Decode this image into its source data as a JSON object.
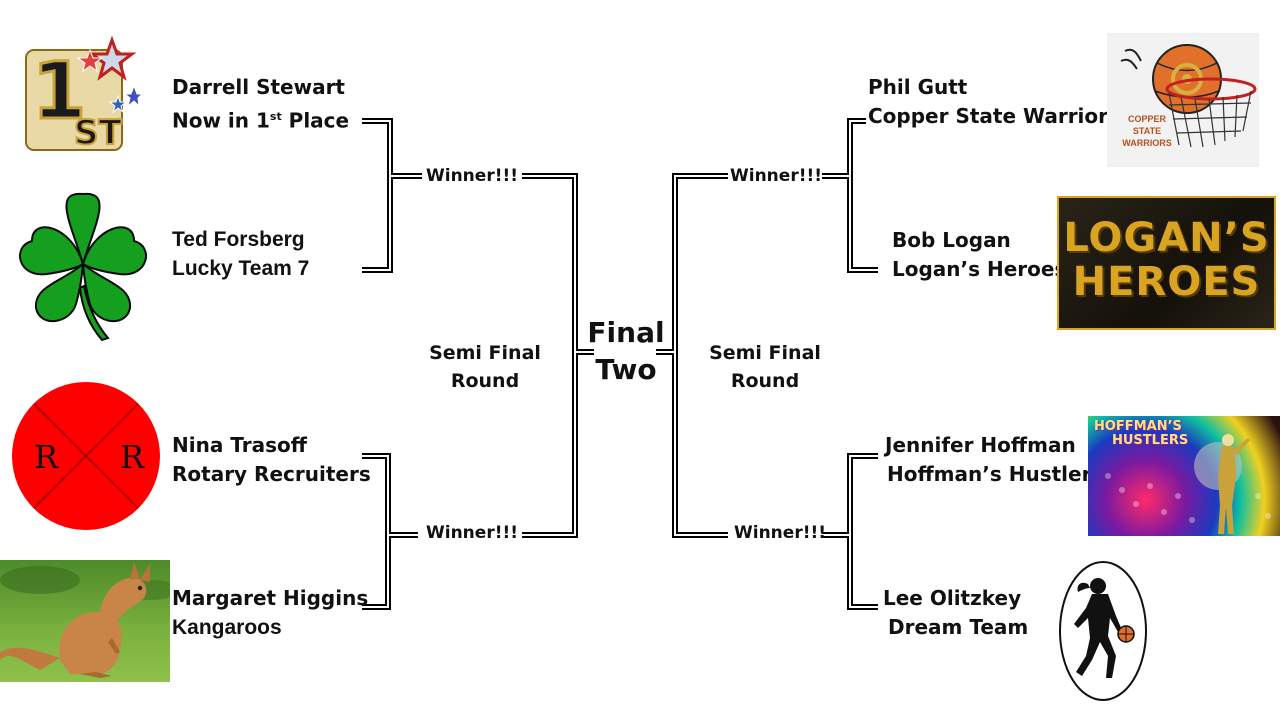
{
  "left": {
    "teams": [
      {
        "owner": "Darrell Stewart",
        "team_prefix": "Now in 1",
        "team_sup": "st",
        "team_suffix": " Place",
        "logo": "first-place-stars-icon"
      },
      {
        "owner": "Ted Forsberg",
        "team": "Lucky Team 7",
        "logo": "four-leaf-clover-icon"
      },
      {
        "owner": "Nina Trasoff",
        "team": "Rotary Recruiters",
        "logo": "rr-circle-logo",
        "logo_letters": [
          "R",
          "R"
        ]
      },
      {
        "owner": "Margaret Higgins",
        "team": "Kangaroos",
        "logo": "kangaroo-image"
      }
    ],
    "winner_labels": [
      "Winner!!!",
      "Winner!!!"
    ],
    "semi_final": [
      "Semi Final",
      "Round"
    ]
  },
  "right": {
    "teams": [
      {
        "owner": "Phil Gutt",
        "team": "Copper State Warriors",
        "logo": "copper-state-warriors-logo",
        "logo_text": [
          "COPPER",
          "STATE",
          "WARRIORS"
        ]
      },
      {
        "owner": "Bob Logan",
        "team": "Logan’s Heroes",
        "logo": "logans-heroes-logo",
        "logo_text": [
          "LOGAN’S",
          "HEROES"
        ]
      },
      {
        "owner": "Jennifer Hoffman",
        "team": "Hoffman’s Hustlers",
        "logo": "hoffmans-hustlers-logo",
        "logo_text": [
          "HOFFMAN’S",
          "HUSTLERS"
        ]
      },
      {
        "owner": "Lee Olitzkey",
        "team": "Dream Team",
        "logo": "basketball-player-silhouette-icon"
      }
    ],
    "winner_labels": [
      "Winner!!!",
      "Winner!!!"
    ],
    "semi_final": [
      "Semi Final",
      "Round"
    ]
  },
  "final": [
    "Final",
    "Two"
  ],
  "colors": {
    "clover": "#14a01e",
    "rr_red": "#ff0000",
    "ribbon_gold": "#c9a23a",
    "logan_gold": "#d8a422",
    "copper": "#e0702a"
  }
}
